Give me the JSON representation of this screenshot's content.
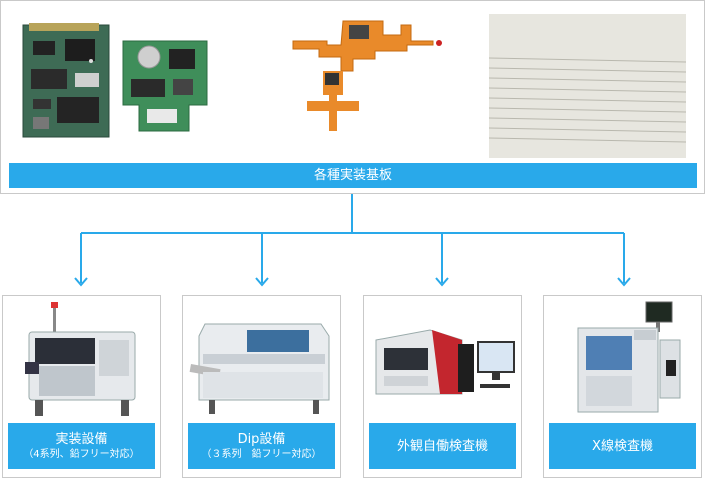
{
  "top": {
    "label": "各種実装基板"
  },
  "equipment": [
    {
      "main": "実装設備",
      "sub": "（4系列、鉛フリー対応）"
    },
    {
      "main": "Dip設備",
      "sub": "（３系列　鉛フリー対応）"
    },
    {
      "main": "外観自働検査機",
      "sub": ""
    },
    {
      "main": "X線検査機",
      "sub": ""
    }
  ],
  "colors": {
    "accent": "#29a9ea",
    "connector": "#29a9ea",
    "border": "#c9c9c9"
  }
}
